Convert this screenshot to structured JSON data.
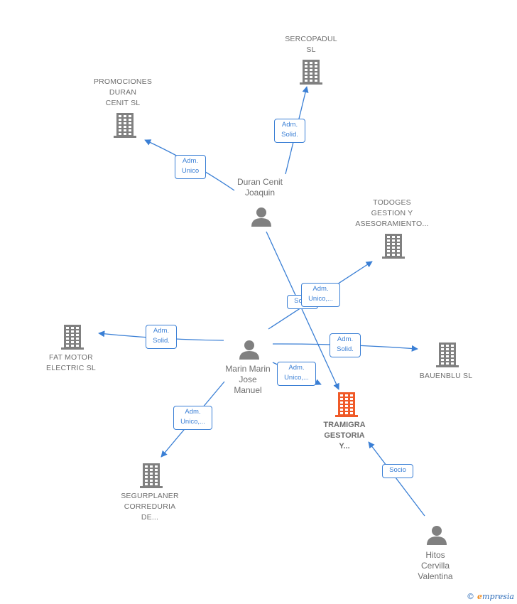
{
  "colors": {
    "edge": "#3a7fd5",
    "building": "#808080",
    "focus_building": "#f05a28",
    "person": "#808080",
    "text": "#6e6e6e"
  },
  "nodes": [
    {
      "id": "sercopadul",
      "kind": "company",
      "label": "SERCOPADUL\nSL"
    },
    {
      "id": "promociones",
      "kind": "company",
      "label": "PROMOCIONES\nDURAN\nCENIT SL"
    },
    {
      "id": "duran",
      "kind": "person",
      "label": "Duran Cenit\nJoaquin"
    },
    {
      "id": "todoges",
      "kind": "company",
      "label": "TODOGES\nGESTION Y\nASESORAMIENTO..."
    },
    {
      "id": "fatmotor",
      "kind": "company",
      "label": "FAT MOTOR\nELECTRIC  SL"
    },
    {
      "id": "marin",
      "kind": "person",
      "label": "Marin Marin\nJose\nManuel"
    },
    {
      "id": "bauenblu",
      "kind": "company",
      "label": "BAUENBLU  SL"
    },
    {
      "id": "tramigra",
      "kind": "focus",
      "label": "TRAMIGRA\nGESTORIA\nY..."
    },
    {
      "id": "segurplaner",
      "kind": "company",
      "label": "SEGURPLANER\nCORREDURIA\nDE..."
    },
    {
      "id": "hitos",
      "kind": "person",
      "label": "Hitos\nCervilla\nValentina"
    }
  ],
  "edges": [
    {
      "from": "duran",
      "to": "sercopadul",
      "label": "Adm.\nSolid."
    },
    {
      "from": "duran",
      "to": "promociones",
      "label": "Adm.\nUnico"
    },
    {
      "from": "duran",
      "to": "tramigra",
      "label": "Socio"
    },
    {
      "from": "marin",
      "to": "todoges",
      "label": "Adm.\nUnico,..."
    },
    {
      "from": "marin",
      "to": "fatmotor",
      "label": "Adm.\nSolid."
    },
    {
      "from": "marin",
      "to": "bauenblu",
      "label": "Adm.\nSolid."
    },
    {
      "from": "marin",
      "to": "tramigra",
      "label": "Adm.\nUnico,..."
    },
    {
      "from": "marin",
      "to": "segurplaner",
      "label": "Adm.\nUnico,..."
    },
    {
      "from": "hitos",
      "to": "tramigra",
      "label": "Socio"
    }
  ],
  "brand": {
    "copyright": "©",
    "name_initial": "e",
    "name_rest": "mpresia"
  }
}
